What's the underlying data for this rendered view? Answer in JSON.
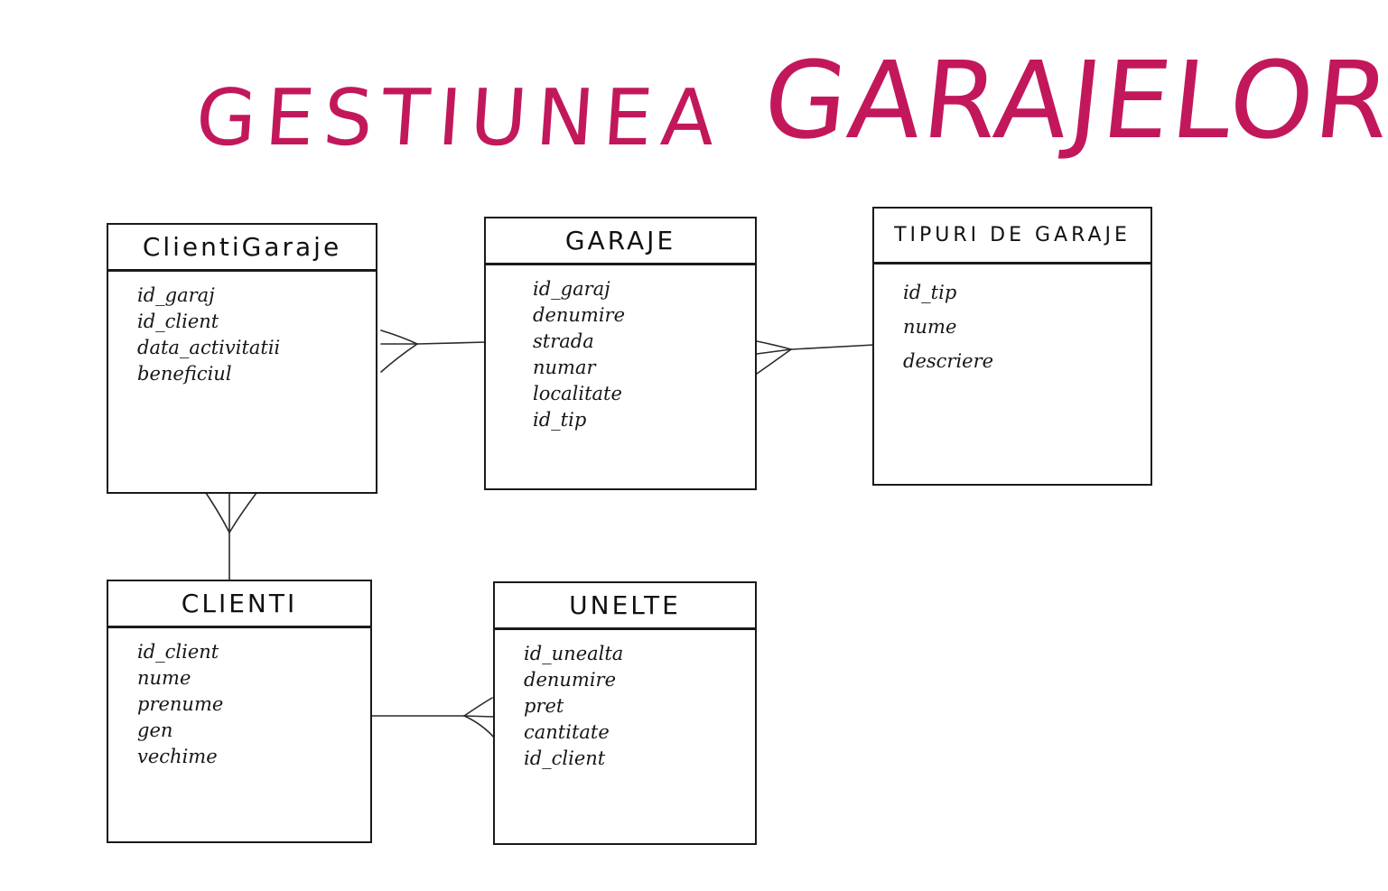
{
  "title": {
    "left": "GESTIUNEA",
    "right": "GARAJELOR"
  },
  "colors": {
    "title": "#c2185b",
    "ink": "#1a1a1a",
    "background": "#ffffff"
  },
  "entities": {
    "clienti_garaje": {
      "name": "ClientiGaraje",
      "attributes": [
        "id_garaj",
        "id_client",
        "data_activitatii",
        "beneficiul"
      ]
    },
    "garaje": {
      "name": "GARAJE",
      "attributes": [
        "id_garaj",
        "denumire",
        "strada",
        "numar",
        "localitate",
        "id_tip"
      ]
    },
    "tipuri_garaje": {
      "name": "TIPURI DE GARAJE",
      "attributes": [
        "id_tip",
        "nume",
        "descriere"
      ]
    },
    "clienti": {
      "name": "CLIENTI",
      "attributes": [
        "id_client",
        "nume",
        "prenume",
        "gen",
        "vechime"
      ]
    },
    "unelte": {
      "name": "UNELTE",
      "attributes": [
        "id_unealta",
        "denumire",
        "pret",
        "cantitate",
        "id_client"
      ]
    }
  }
}
